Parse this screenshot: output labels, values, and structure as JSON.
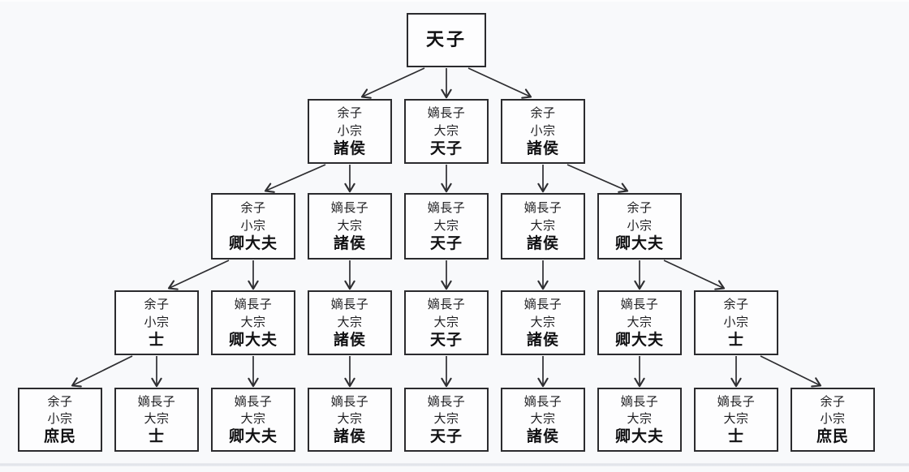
{
  "page": {
    "background_color": "#f8f9fb",
    "box_fill_color": "#fdfdfe",
    "box_border_color": "#2b2b2e",
    "arrow_color": "#2e2e31",
    "bottom_line_color": "#dfe2e8"
  },
  "diagram": {
    "description_labels": {
      "eldest_son": "嫡長子",
      "main_line": "大宗",
      "other_sons": "余子",
      "minor_line": "小宗"
    },
    "rows": [
      [
        {
          "id": "r1b1",
          "lines": [],
          "rank": "天子"
        }
      ],
      [
        {
          "id": "r2b1",
          "lines": [
            "余子",
            "小宗"
          ],
          "rank": "諸侯"
        },
        {
          "id": "r2b2",
          "lines": [
            "嫡長子",
            "大宗"
          ],
          "rank": "天子"
        },
        {
          "id": "r2b3",
          "lines": [
            "余子",
            "小宗"
          ],
          "rank": "諸侯"
        }
      ],
      [
        {
          "id": "r3b1",
          "lines": [
            "余子",
            "小宗"
          ],
          "rank": "卿大夫"
        },
        {
          "id": "r3b2",
          "lines": [
            "嫡長子",
            "大宗"
          ],
          "rank": "諸侯"
        },
        {
          "id": "r3b3",
          "lines": [
            "嫡長子",
            "大宗"
          ],
          "rank": "天子"
        },
        {
          "id": "r3b4",
          "lines": [
            "嫡長子",
            "大宗"
          ],
          "rank": "諸侯"
        },
        {
          "id": "r3b5",
          "lines": [
            "余子",
            "小宗"
          ],
          "rank": "卿大夫"
        }
      ],
      [
        {
          "id": "r4b1",
          "lines": [
            "余子",
            "小宗"
          ],
          "rank": "士"
        },
        {
          "id": "r4b2",
          "lines": [
            "嫡長子",
            "大宗"
          ],
          "rank": "卿大夫"
        },
        {
          "id": "r4b3",
          "lines": [
            "嫡長子",
            "大宗"
          ],
          "rank": "諸侯"
        },
        {
          "id": "r4b4",
          "lines": [
            "嫡長子",
            "大宗"
          ],
          "rank": "天子"
        },
        {
          "id": "r4b5",
          "lines": [
            "嫡長子",
            "大宗"
          ],
          "rank": "諸侯"
        },
        {
          "id": "r4b6",
          "lines": [
            "嫡長子",
            "大宗"
          ],
          "rank": "卿大夫"
        },
        {
          "id": "r4b7",
          "lines": [
            "余子",
            "小宗"
          ],
          "rank": "士"
        }
      ],
      [
        {
          "id": "r5b1",
          "lines": [
            "余子",
            "小宗"
          ],
          "rank": "庶民"
        },
        {
          "id": "r5b2",
          "lines": [
            "嫡長子",
            "大宗"
          ],
          "rank": "士"
        },
        {
          "id": "r5b3",
          "lines": [
            "嫡長子",
            "大宗"
          ],
          "rank": "卿大夫"
        },
        {
          "id": "r5b4",
          "lines": [
            "嫡長子",
            "大宗"
          ],
          "rank": "諸侯"
        },
        {
          "id": "r5b5",
          "lines": [
            "嫡長子",
            "大宗"
          ],
          "rank": "天子"
        },
        {
          "id": "r5b6",
          "lines": [
            "嫡長子",
            "大宗"
          ],
          "rank": "諸侯"
        },
        {
          "id": "r5b7",
          "lines": [
            "嫡長子",
            "大宗"
          ],
          "rank": "卿大夫"
        },
        {
          "id": "r5b8",
          "lines": [
            "嫡長子",
            "大宗"
          ],
          "rank": "士"
        },
        {
          "id": "r5b9",
          "lines": [
            "余子",
            "小宗"
          ],
          "rank": "庶民"
        }
      ]
    ],
    "edges": [
      {
        "from": "r1b1",
        "to": "r2b1",
        "dir": "dl"
      },
      {
        "from": "r1b1",
        "to": "r2b2",
        "dir": "v"
      },
      {
        "from": "r1b1",
        "to": "r2b3",
        "dir": "dr"
      },
      {
        "from": "r2b1",
        "to": "r3b1",
        "dir": "dl"
      },
      {
        "from": "r2b1",
        "to": "r3b2",
        "dir": "v"
      },
      {
        "from": "r2b2",
        "to": "r3b3",
        "dir": "v"
      },
      {
        "from": "r2b3",
        "to": "r3b4",
        "dir": "v"
      },
      {
        "from": "r2b3",
        "to": "r3b5",
        "dir": "dr"
      },
      {
        "from": "r3b1",
        "to": "r4b1",
        "dir": "dl"
      },
      {
        "from": "r3b1",
        "to": "r4b2",
        "dir": "v"
      },
      {
        "from": "r3b2",
        "to": "r4b3",
        "dir": "v"
      },
      {
        "from": "r3b3",
        "to": "r4b4",
        "dir": "v"
      },
      {
        "from": "r3b4",
        "to": "r4b5",
        "dir": "v"
      },
      {
        "from": "r3b5",
        "to": "r4b6",
        "dir": "v"
      },
      {
        "from": "r3b5",
        "to": "r4b7",
        "dir": "dr"
      },
      {
        "from": "r4b1",
        "to": "r5b1",
        "dir": "dl"
      },
      {
        "from": "r4b1",
        "to": "r5b2",
        "dir": "v"
      },
      {
        "from": "r4b2",
        "to": "r5b3",
        "dir": "v"
      },
      {
        "from": "r4b3",
        "to": "r5b4",
        "dir": "v"
      },
      {
        "from": "r4b4",
        "to": "r5b5",
        "dir": "v"
      },
      {
        "from": "r4b5",
        "to": "r5b6",
        "dir": "v"
      },
      {
        "from": "r4b6",
        "to": "r5b7",
        "dir": "v"
      },
      {
        "from": "r4b7",
        "to": "r5b8",
        "dir": "v"
      },
      {
        "from": "r4b7",
        "to": "r5b9",
        "dir": "dr"
      }
    ]
  }
}
